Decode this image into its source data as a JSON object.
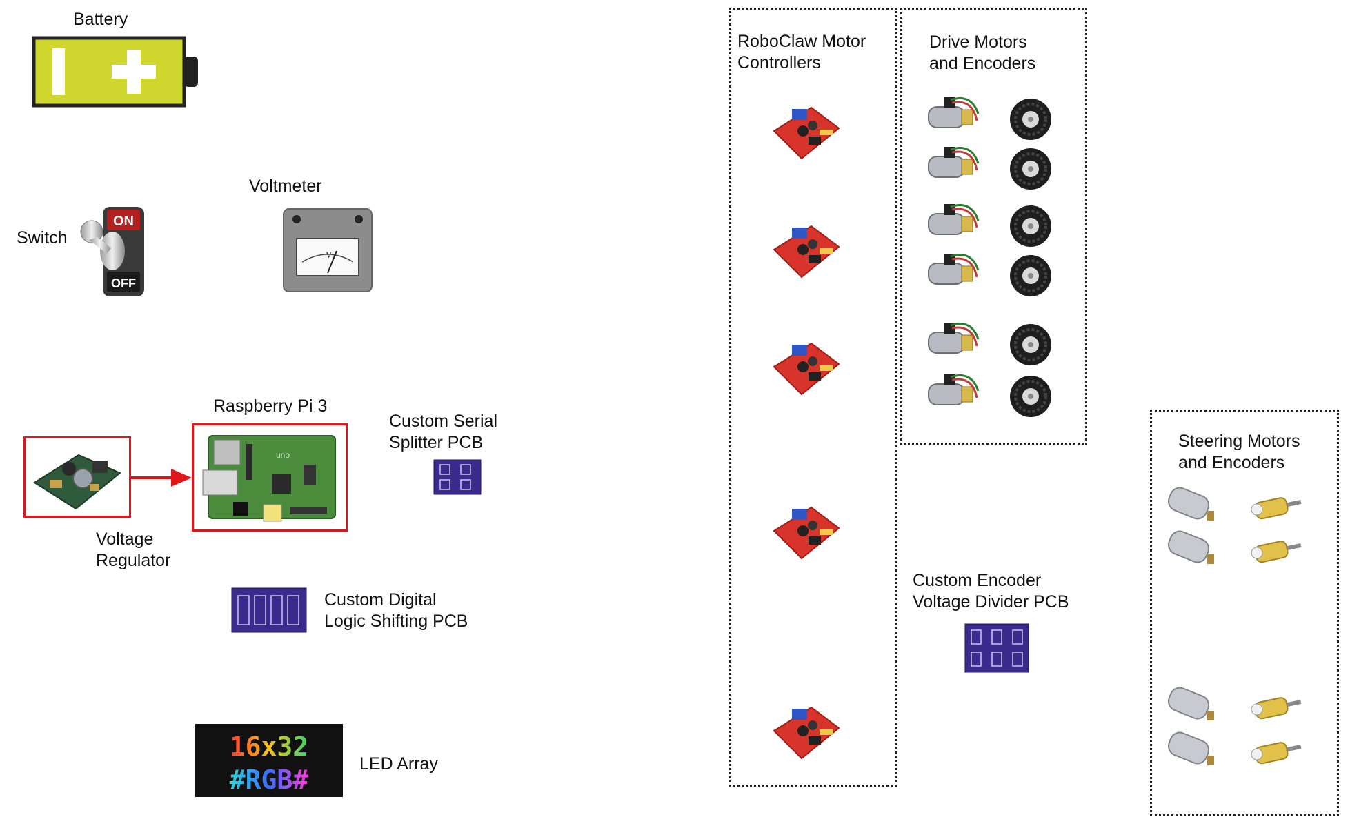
{
  "labels": {
    "battery": "Battery",
    "switch": "Switch",
    "voltmeter": "Voltmeter",
    "raspberry_pi": "Raspberry Pi 3",
    "serial_splitter": [
      "Custom Serial",
      "Splitter PCB"
    ],
    "voltage_regulator": [
      "Voltage",
      "Regulator"
    ],
    "logic_shifting": [
      "Custom Digital",
      "Logic Shifting PCB"
    ],
    "led_array": "LED Array",
    "roboclaw": [
      "RoboClaw Motor",
      "Controllers"
    ],
    "drive_motors": [
      "Drive Motors",
      "and Encoders"
    ],
    "encoder_divider": [
      "Custom Encoder",
      "Voltage Divider PCB"
    ],
    "steering_motors": [
      "Steering Motors",
      "and Encoders"
    ]
  },
  "part_text": {
    "switch_on": "ON",
    "switch_off": "OFF",
    "voltmeter_unit": "V",
    "pi_logo": "uno",
    "led_line1": "16x32",
    "led_line2": "#RGB#"
  },
  "colors": {
    "highlight": "#e0161b",
    "battery_fill": "#cfd62e",
    "pcb_purple": "#3a2a8c",
    "roboclaw_red": "#d9342b",
    "pi_green": "#4a8c3c"
  }
}
